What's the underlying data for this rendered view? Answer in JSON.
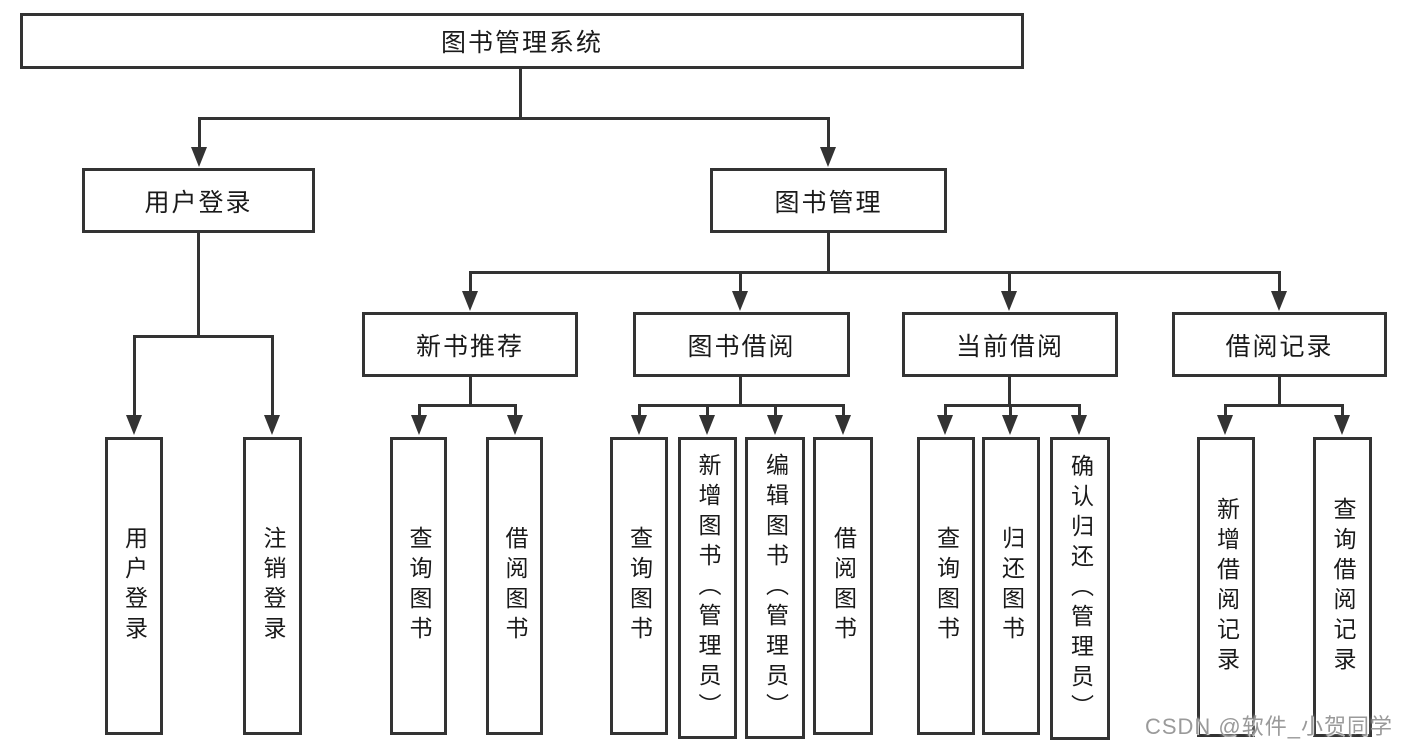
{
  "colors": {
    "line": "#333333",
    "node_border": "#333333",
    "node_background": "#ffffff",
    "text": "#1a1a1a",
    "watermark": "#9a9a9a",
    "page_background": "#ffffff"
  },
  "diagram": {
    "root": {
      "label": "图书管理系统"
    },
    "branches": [
      {
        "label": "用户登录"
      },
      {
        "label": "图书管理"
      }
    ],
    "modules": [
      {
        "label": "新书推荐"
      },
      {
        "label": "图书借阅"
      },
      {
        "label": "当前借阅"
      },
      {
        "label": "借阅记录"
      }
    ],
    "leaves": [
      {
        "label": "用户登录"
      },
      {
        "label": "注销登录"
      },
      {
        "label": "查询图书"
      },
      {
        "label": "借阅图书"
      },
      {
        "label": "查询图书"
      },
      {
        "label": "新增图书（管理员）"
      },
      {
        "label": "编辑图书（管理员）"
      },
      {
        "label": "借阅图书"
      },
      {
        "label": "查询图书"
      },
      {
        "label": "归还图书"
      },
      {
        "label": "确认归还（管理员）"
      },
      {
        "label": "新增借阅记录"
      },
      {
        "label": "查询借阅记录"
      }
    ]
  },
  "watermark": {
    "text": "CSDN @软件_小贺同学"
  }
}
